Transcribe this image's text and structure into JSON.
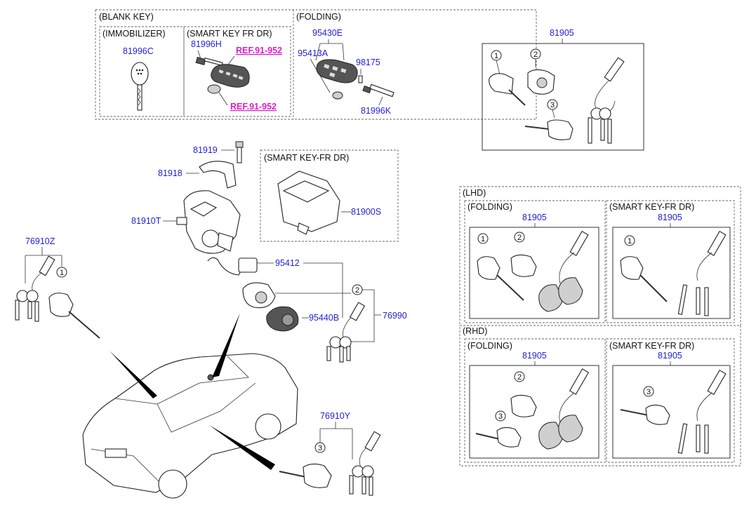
{
  "boxes": {
    "blank_key": "(BLANK KEY)",
    "immobilizer": "(IMMOBILIZER)",
    "smart_key_fr_dr_top": "(SMART KEY FR DR)",
    "folding_top": "(FOLDING)",
    "smart_key_fr_dr_mid": "(SMART KEY-FR DR)",
    "lhd": "(LHD)",
    "lhd_folding": "(FOLDING)",
    "lhd_smart_key": "(SMART KEY-FR DR)",
    "rhd": "(RHD)",
    "rhd_folding": "(FOLDING)",
    "rhd_smart_key": "(SMART KEY-FR DR)"
  },
  "part_numbers": {
    "p81996C": "81996C",
    "p81996H": "81996H",
    "ref_top": "REF.91-952",
    "ref_bottom": "REF.91-952",
    "p95430E": "95430E",
    "p95413A": "95413A",
    "p98175": "98175",
    "p81996K": "81996K",
    "p81905_top": "81905",
    "p81919": "81919",
    "p81918": "81918",
    "p81910T": "81910T",
    "p81900S": "81900S",
    "p76910Z": "76910Z",
    "p95412": "95412",
    "p95440B": "95440B",
    "p76990": "76990",
    "p76910Y": "76910Y",
    "p81905_lhd_folding": "81905",
    "p81905_lhd_smart": "81905",
    "p81905_rhd_folding": "81905",
    "p81905_rhd_smart": "81905"
  },
  "callouts": {
    "c1": "1",
    "c2": "2",
    "c3": "3"
  }
}
